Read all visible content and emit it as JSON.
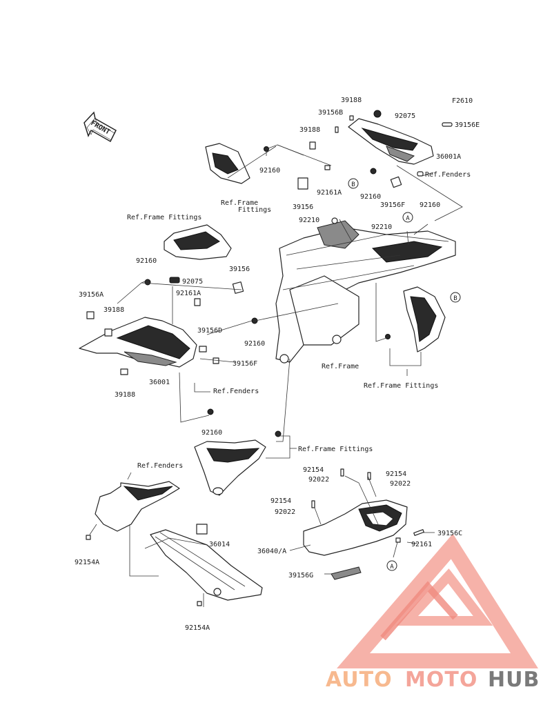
{
  "figure_code": "F2610",
  "front_label": "FRONT",
  "labels": {
    "p39188_top": "39188",
    "p39156B": "39156B",
    "p92075_top": "92075",
    "p39156E": "39156E",
    "p39188_mid": "39188",
    "p36001A": "36001A",
    "p92160_a": "92160",
    "p92161A_top": "92161A",
    "refFenders_top": "Ref.Fenders",
    "refFrameFittings_top": "Ref.Frame",
    "refFrameFittings_top2": "Fittings",
    "p39156_top": "39156",
    "p92160_b": "92160",
    "p39156F_top": "39156F",
    "p92160_c": "92160",
    "p92210_a": "92210",
    "p92210_b": "92210",
    "refFrameFittings_left": "Ref.Frame Fittings",
    "p92160_d": "92160",
    "p92075_mid": "92075",
    "p39156_mid": "39156",
    "p92161A_mid": "92161A",
    "p39156A": "39156A",
    "p39188_left": "39188",
    "p39156D": "39156D",
    "p92160_e": "92160",
    "p39156F_mid": "39156F",
    "p36001": "36001",
    "p39188_bot": "39188",
    "refFenders_mid": "Ref.Fenders",
    "refFrame": "Ref.Frame",
    "refFrameFittings_right": "Ref.Frame Fittings",
    "p92160_f": "92160",
    "refFrameFittings_low": "Ref.Frame Fittings",
    "refFenders_low": "Ref.Fenders",
    "p92154_a": "92154",
    "p92022_a": "92022",
    "p92154_b": "92154",
    "p92022_b": "92022",
    "p92154_c": "92154",
    "p92022_c": "92022",
    "p39156C": "39156C",
    "p36014": "36014",
    "p36040A": "36040/A",
    "p92161": "92161",
    "p92154A_left": "92154A",
    "p39156G": "39156G",
    "p92154A_bot": "92154A"
  },
  "callouts": {
    "A": "A",
    "B": "B"
  },
  "watermark": {
    "text_auto": "AUTO",
    "text_moto": "MOTO",
    "text_hub": "HUB",
    "color_primary": "#f4a59a",
    "color_secondary": "#f7b98f",
    "color_hub": "#7a7a7a"
  }
}
